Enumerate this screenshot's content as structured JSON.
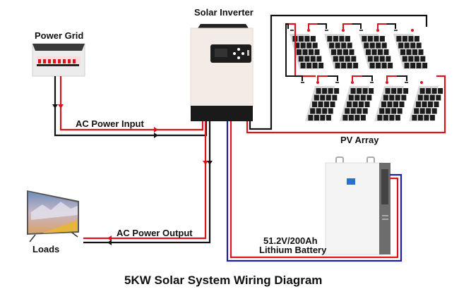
{
  "title": "5KW Solar System Wiring Diagram",
  "components": {
    "power_grid": {
      "label": "Power Grid",
      "icon": "breaker-panel-icon"
    },
    "inverter": {
      "label": "Solar Inverter",
      "icon": "inverter-icon"
    },
    "pv_array": {
      "label": "PV Array",
      "icon": "solar-panel-icon",
      "panel_count": 8,
      "rows": 2,
      "panels_per_row": 4
    },
    "battery": {
      "label_line1": "51.2V/200Ah",
      "label_line2": "Lithium Battery",
      "icon": "battery-icon"
    },
    "loads": {
      "label": "Loads",
      "icon": "tv-icon"
    }
  },
  "connections": {
    "ac_input": {
      "label": "AC Power Input",
      "from": "Power Grid",
      "to": "Solar Inverter"
    },
    "ac_output": {
      "label": "AC Power Output",
      "from": "Solar Inverter",
      "to": "Loads"
    },
    "pv": {
      "from": "PV Array",
      "to": "Solar Inverter"
    },
    "battery": {
      "from": "Lithium Battery",
      "to": "Solar Inverter"
    }
  },
  "colors": {
    "positive_wire": "#d9141b",
    "negative_wire": "#111111",
    "battery_negative_wire": "#1b1fa8",
    "inverter_body": "#f3ece6",
    "panel_cell": "#1c1c1c"
  }
}
